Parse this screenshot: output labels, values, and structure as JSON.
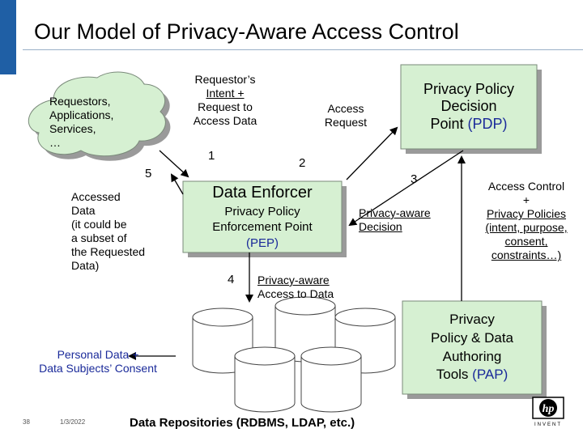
{
  "slide": {
    "title": "Our Model of Privacy-Aware Access Control",
    "page_number": "38",
    "date": "1/3/2022"
  },
  "nodes": {
    "requestors": [
      "Requestors,",
      "Applications,",
      "Services,",
      "…"
    ],
    "requestor_intent": [
      "Requestor’s",
      "Intent +",
      "Request to",
      "Access Data"
    ],
    "access_request": [
      "Access",
      "Request"
    ],
    "pdp": {
      "line1": "Privacy Policy",
      "line2": "Decision",
      "line3a": "Point ",
      "line3b": "(PDP)"
    },
    "pep": {
      "title": "Data Enforcer",
      "line1": "Privacy Policy",
      "line2": "Enforcement Point",
      "line3": "(PEP)"
    },
    "accessed_data": [
      "Accessed",
      "Data",
      "(it could be",
      "a subset of",
      "the Requested",
      "Data)"
    ],
    "privacy_aware_decision": [
      "Privacy-aware",
      "Decision"
    ],
    "access_control": {
      "line1": "Access Control",
      "line2": "+",
      "line3": "Privacy Policies",
      "line4": "(intent, purpose,",
      "line5": "consent,",
      "line6": "constraints…)"
    },
    "privacy_aware_access": [
      "Privacy-aware",
      "Access to Data"
    ],
    "personal_data": [
      "Personal Data +",
      "Data Subjects’ Consent"
    ],
    "pap": {
      "line1": "Privacy",
      "line2": "Policy & Data",
      "line3": "Authoring",
      "line4a": "Tools ",
      "line4b": "(PAP)"
    },
    "data_repositories": "Data Repositories (RDBMS, LDAP, etc.)"
  },
  "steps": {
    "s1": "1",
    "s2": "2",
    "s3": "3",
    "s4": "4",
    "s5": "5"
  },
  "logo": {
    "text": "hp",
    "tagline": "INVENT"
  },
  "colors": {
    "box_fill": "#d6f0d2",
    "box_border": "#7a8a7a",
    "shadow": "#9a9a9a",
    "accent_blue": "#1a2a9a",
    "title_bar": "#1f5fa5"
  }
}
